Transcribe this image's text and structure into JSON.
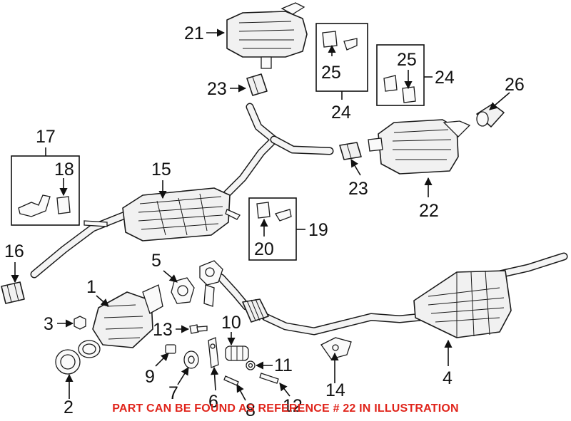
{
  "notice": "PART CAN BE FOUND AS REFERENCE # 22 IN ILLUSTRATION",
  "highlight_color": "#e0241b",
  "callouts": {
    "c1": "1",
    "c2": "2",
    "c3": "3",
    "c4": "4",
    "c5": "5",
    "c6": "6",
    "c7": "7",
    "c8": "8",
    "c9": "9",
    "c10": "10",
    "c11": "11",
    "c12": "12",
    "c13": "13",
    "c14": "14",
    "c15": "15",
    "c16": "16",
    "c17": "17",
    "c18": "18",
    "c19": "19",
    "c20": "20",
    "c21": "21",
    "c22": "22",
    "c23a": "23",
    "c23b": "23",
    "c24a": "24",
    "c24b": "24",
    "c25a": "25",
    "c25b": "25",
    "c26": "26"
  }
}
